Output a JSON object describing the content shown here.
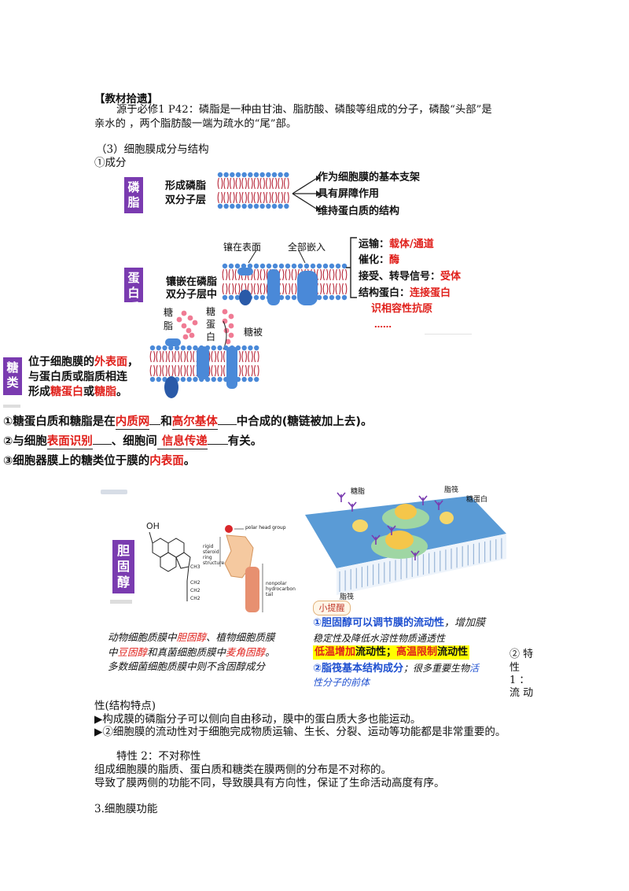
{
  "header": {
    "bracket_title": "【教材拾遗】",
    "para_line1": "源于必修1 P42：磷脂是一种由甘油、脂肪酸、磷酸等组成的分子，磷酸“头部”是",
    "para_line2": "亲水的 ，两个脂肪酸一端为疏水的“尾”部。"
  },
  "section": {
    "heading": "（3）细胞膜成分与结构",
    "sub": "①成分"
  },
  "phospholipid": {
    "tag_line1": "磷",
    "tag_line2": "脂",
    "label_line1": "形成磷脂",
    "label_line2": "双分子层",
    "functions": [
      "作为细胞膜的基本支架",
      "具有屏障作用",
      "维持蛋白质的结构"
    ]
  },
  "protein": {
    "tag_chars": [
      "蛋",
      "白",
      "质"
    ],
    "top_label_left": "镶在表面",
    "top_label_right": "全部嵌入",
    "label_line1": "镶嵌在磷脂",
    "label_line2": "双分子层中",
    "roles": [
      {
        "k": "运输：",
        "v": "载体/通道"
      },
      {
        "k": "催化：",
        "v": "酶"
      },
      {
        "k": "接受、转导信号：",
        "v": "受体"
      },
      {
        "k": "结构蛋白：",
        "v": "连接蛋白"
      }
    ],
    "partial_line": "识相容性抗原",
    "ellipsis": "……"
  },
  "sugar": {
    "tag_line1": "糖",
    "tag_line2": "类",
    "glycolipid_1": "糖",
    "glycolipid_2": "脂",
    "glycoprotein_1": "糖",
    "glycoprotein_2": "蛋",
    "glycoprotein_3": "白",
    "glycocalyx": "糖被",
    "desc_l1_a": "位于细胞膜的",
    "desc_l1_b": "外表面",
    "desc_l1_c": "，",
    "desc_l2": "与蛋白质或脂质相连",
    "desc_l3_a": "形成",
    "desc_l3_b": "糖蛋白",
    "desc_l3_c": "或",
    "desc_l3_d": "糖脂",
    "desc_l3_e": "。"
  },
  "facts": {
    "f1_a": "①糖蛋白质和糖脂是在",
    "f1_b": "内质网",
    "f1_c": "和",
    "f1_d": "高尔基体",
    "f1_e": "中合成的(糖链被加上去)。",
    "f2_a": "②与细胞",
    "f2_b": "表面识别",
    "f2_c": "、细胞间",
    "f2_d": "信息传递",
    "f2_e": "有关。",
    "f3_a": "③细胞器膜上的糖类位于膜的",
    "f3_b": "内表面",
    "f3_c": "。"
  },
  "cholesterol": {
    "tag_chars": [
      "胆",
      "固",
      "醇"
    ],
    "polar_head": "polar head group",
    "rigid_1": "rigid",
    "rigid_2": "steroid",
    "rigid_3": "ring",
    "rigid_4": "structure",
    "nonpolar_1": "nonpolar",
    "nonpolar_2": "hydrocarbon",
    "nonpolar_3": "tail",
    "hw_l1_a": "动物细胞质膜中",
    "hw_l1_b": "胆固醇",
    "hw_l1_c": "、植物细胞质膜",
    "hw_l2_a": "中",
    "hw_l2_b": "豆固醇",
    "hw_l2_c": "和真菌细胞质膜中",
    "hw_l2_d": "麦角固醇",
    "hw_l2_e": "。",
    "hw_l3": "多数细菌细胞质膜中则不含固醇成分",
    "raft_labels": [
      "糖脂",
      "脂筏",
      "糖蛋白",
      "脂筏"
    ],
    "tip_badge": "小提醒",
    "tip1_a": "①胆固醇可以调节膜的流动性",
    "tip1_b": "，增加膜",
    "tip2": "稳定性及降低水溶性物质通透性",
    "tip3_a": "低温增加",
    "tip3_b": "流动性",
    "tip3_c": "；",
    "tip3_d": "高温限制",
    "tip3_e": "流动性",
    "tip4_a": "②脂筏基本结构成分",
    "tip4_b": "；很多重要生物",
    "tip4_c": "活",
    "tip5_a": "性分子的前体"
  },
  "properties": {
    "side_1": "② 特",
    "side_2": "性",
    "side_3": "1 ：",
    "side_4": "流 动",
    "p1_cont": "性(结构特点)",
    "p1_b1": "▶构成膜的磷脂分子可以侧向自由移动，膜中的蛋白质大多也能运动。",
    "p1_b2": "▶②细胞膜的流动性对于细胞完成物质运输、生长、分裂、运动等功能都是非常重要的。",
    "p2_title": "特性 2：不对称性",
    "p2_l1": "组成细胞膜的脂质、蛋白质和糖类在膜两侧的分布是不对称的。",
    "p2_l2": "导致了膜两侧的功能不同，导致膜具有方向性，保证了生命活动高度有序。",
    "next_heading": "3.细胞膜功能"
  },
  "colors": {
    "tag_purple": "#7a3bb0",
    "emphasis_red": "#e0201b",
    "emphasis_blue": "#1d4fd0",
    "membrane_head": "#4a89d8",
    "membrane_tail": "#b8283a",
    "sugar_pink": "#f07b94",
    "highlight_yellow": "#ffff00"
  }
}
